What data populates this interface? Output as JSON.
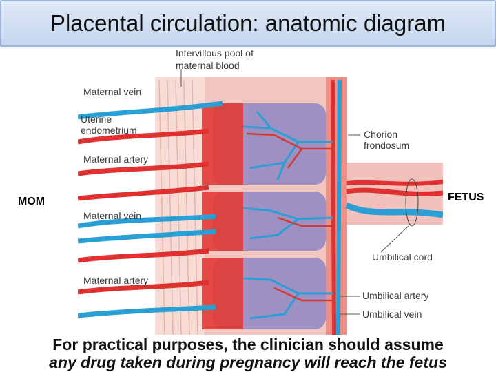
{
  "title": "Placental circulation: anatomic diagram",
  "side_labels": {
    "left": "MOM",
    "right": "FETUS"
  },
  "diagram": {
    "labels": {
      "intervillous_pool_1": "Intervillous pool of",
      "intervillous_pool_2": "maternal blood",
      "maternal_vein_top": "Maternal vein",
      "uterine_endometrium_1": "Uterine",
      "uterine_endometrium_2": "endometrium",
      "maternal_artery_top": "Maternal artery",
      "chorion_frondosum_1": "Chorion",
      "chorion_frondosum_2": "frondosum",
      "maternal_vein_bottom": "Maternal vein",
      "umbilical_cord": "Umbilical cord",
      "maternal_artery_bottom": "Maternal artery",
      "umbilical_artery": "Umbilical artery",
      "umbilical_vein": "Umbilical vein"
    },
    "colors": {
      "artery": "#e03030",
      "vein": "#2a9fd6",
      "tissue": "#f4c6c2",
      "pool": "#8f86c4"
    }
  },
  "footer": {
    "line1": "For practical purposes, the clinician should assume",
    "line2": "any drug taken during pregnancy will reach the fetus"
  }
}
